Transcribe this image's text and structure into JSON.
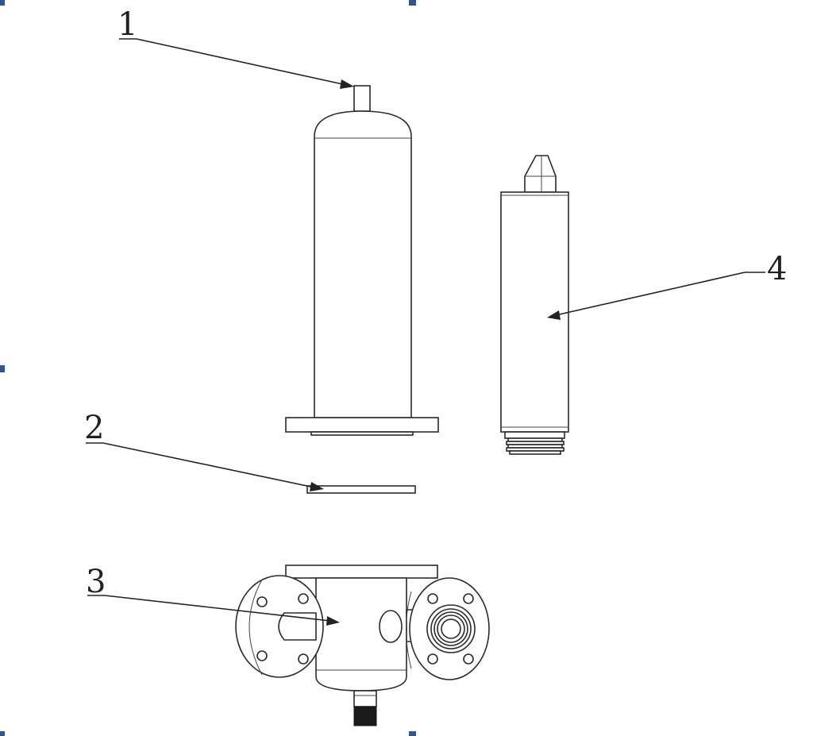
{
  "figure": {
    "callouts": [
      {
        "id": "1",
        "label": "1"
      },
      {
        "id": "2",
        "label": "2"
      },
      {
        "id": "3",
        "label": "3"
      },
      {
        "id": "4",
        "label": "4"
      }
    ],
    "colors": {
      "line": "#2a2a2a",
      "background": "#ffffff",
      "selection_marker": "#2f5597"
    }
  }
}
